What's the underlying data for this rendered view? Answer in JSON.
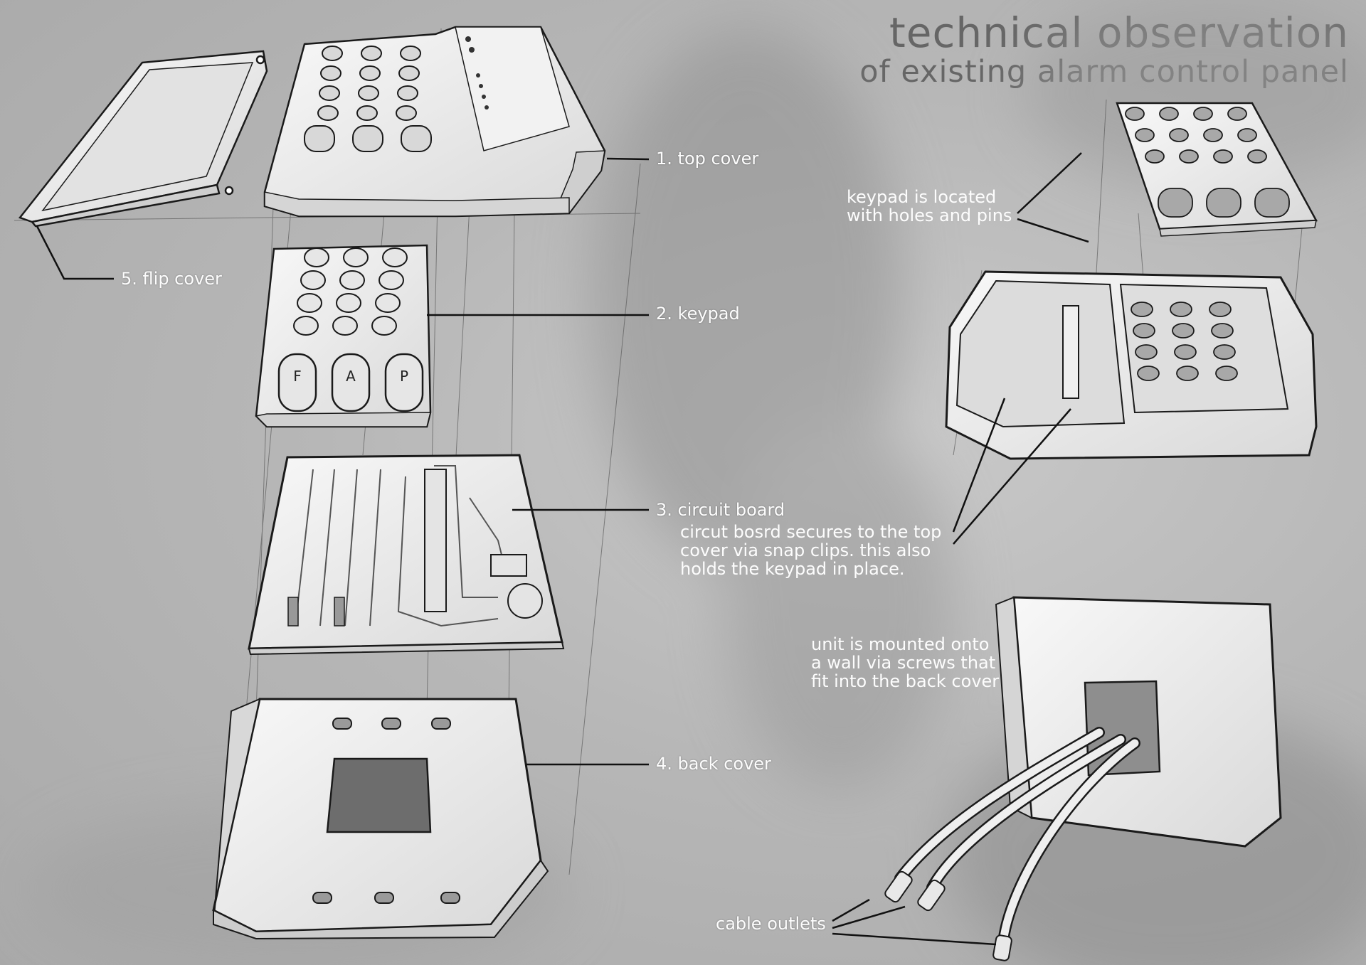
{
  "title": {
    "line1": "technical observation",
    "line2": "of existing alarm control panel"
  },
  "labels": {
    "top_cover": "1. top cover",
    "keypad": "2. keypad",
    "circuit_board": "3. circuit board",
    "back_cover": "4. back cover",
    "flip_cover": "5. flip cover",
    "cable_outlets": "cable outlets"
  },
  "notes": {
    "keypad_location": [
      "keypad is located",
      "with holes and pins"
    ],
    "board_securing": [
      "circut bosrd secures to the top",
      "cover via snap clips. this also",
      "holds the keypad in place."
    ],
    "wall_mounting": [
      "unit is mounted onto",
      "a wall via screws that",
      "fit into the back cover"
    ]
  },
  "keypad_letters": [
    "F",
    "A",
    "P"
  ],
  "colors": {
    "background": "#b9b9b9",
    "title": "#666666",
    "label": "#fdfdfd",
    "ink": "#1a1a1a",
    "part_fill": "#eeeeee"
  }
}
